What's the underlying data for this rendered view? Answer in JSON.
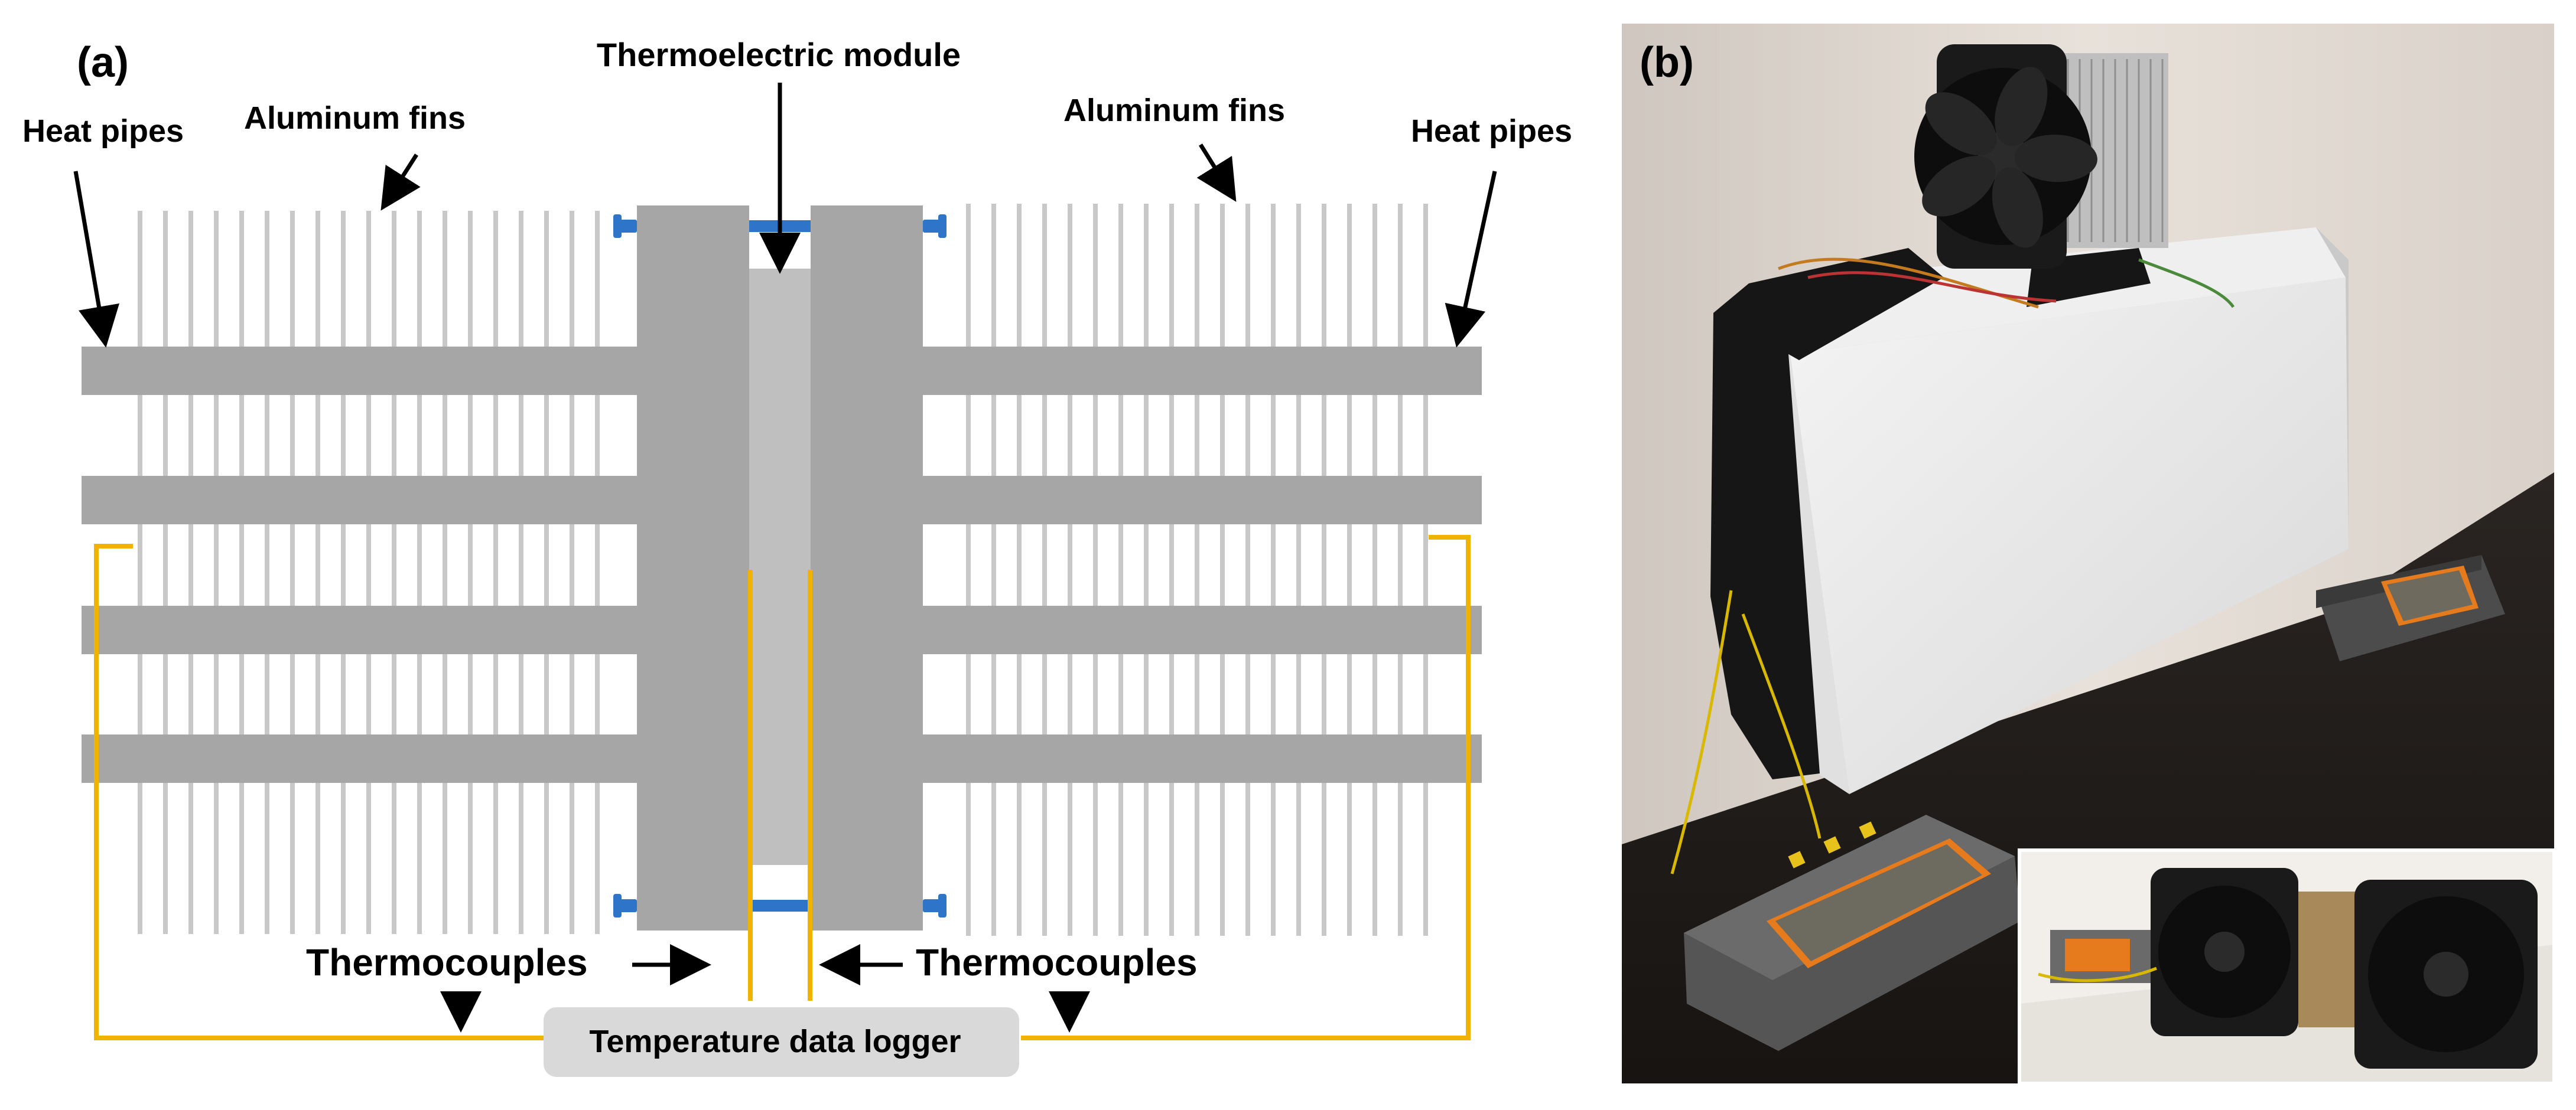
{
  "panel_a": {
    "tag": "(a)",
    "labels": {
      "heat_pipes_left": "Heat pipes",
      "aluminum_fins_left": "Aluminum fins",
      "thermoelectric_module": "Thermoelectric module",
      "aluminum_fins_right": "Aluminum fins",
      "heat_pipes_right": "Heat pipes",
      "thermocouples_left": "Thermocouples",
      "thermocouples_right": "Thermocouples",
      "data_logger": "Temperature data logger"
    }
  },
  "panel_b": {
    "tag": "(b)"
  },
  "colors": {
    "fin": "#c8c8c8",
    "heat_pipe": "#a6a6a6",
    "block": "#a6a6a6",
    "module": "#bfbfbf",
    "bolt": "#2e75c9",
    "wire": "#f0b400",
    "logger_box": "#d9d9d9",
    "arrow": "#000000"
  }
}
